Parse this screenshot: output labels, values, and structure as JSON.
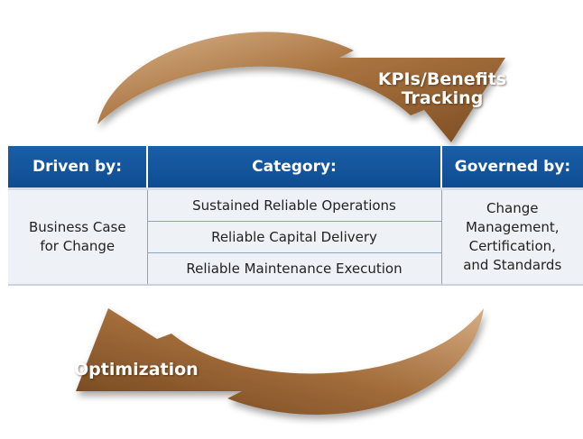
{
  "arrows": {
    "top_label_line1": "KPIs/Benefits",
    "top_label_line2": "Tracking",
    "bottom_label": "Optimization"
  },
  "table": {
    "headers": {
      "driven_by": "Driven by:",
      "category": "Category:",
      "governed_by": "Governed by:"
    },
    "driven_by_lines": [
      "Business Case",
      "for Change"
    ],
    "categories": [
      "Sustained Reliable Operations",
      "Reliable Capital Delivery",
      "Reliable Maintenance Execution"
    ],
    "governed_by_lines": [
      "Change",
      "Management,",
      "Certification,",
      "and Standards"
    ]
  },
  "colors": {
    "header_blue": "#1258a0",
    "arrow_brown": "#8b5a2b",
    "cell_background": "#eef1f5"
  }
}
